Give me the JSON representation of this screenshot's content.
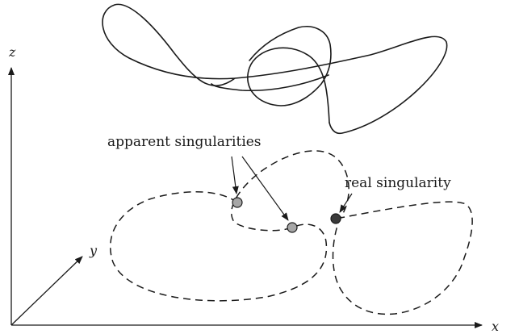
{
  "axes": {
    "x_label": "x",
    "y_label": "y",
    "z_label": "z"
  },
  "annotations": {
    "apparent_label": "apparent singularities",
    "real_label": "real singularity"
  },
  "colors": {
    "ink": "#1a1a1a",
    "apparent_point_fill": "#a6a6a6",
    "real_point_fill": "#3a3a3a"
  }
}
